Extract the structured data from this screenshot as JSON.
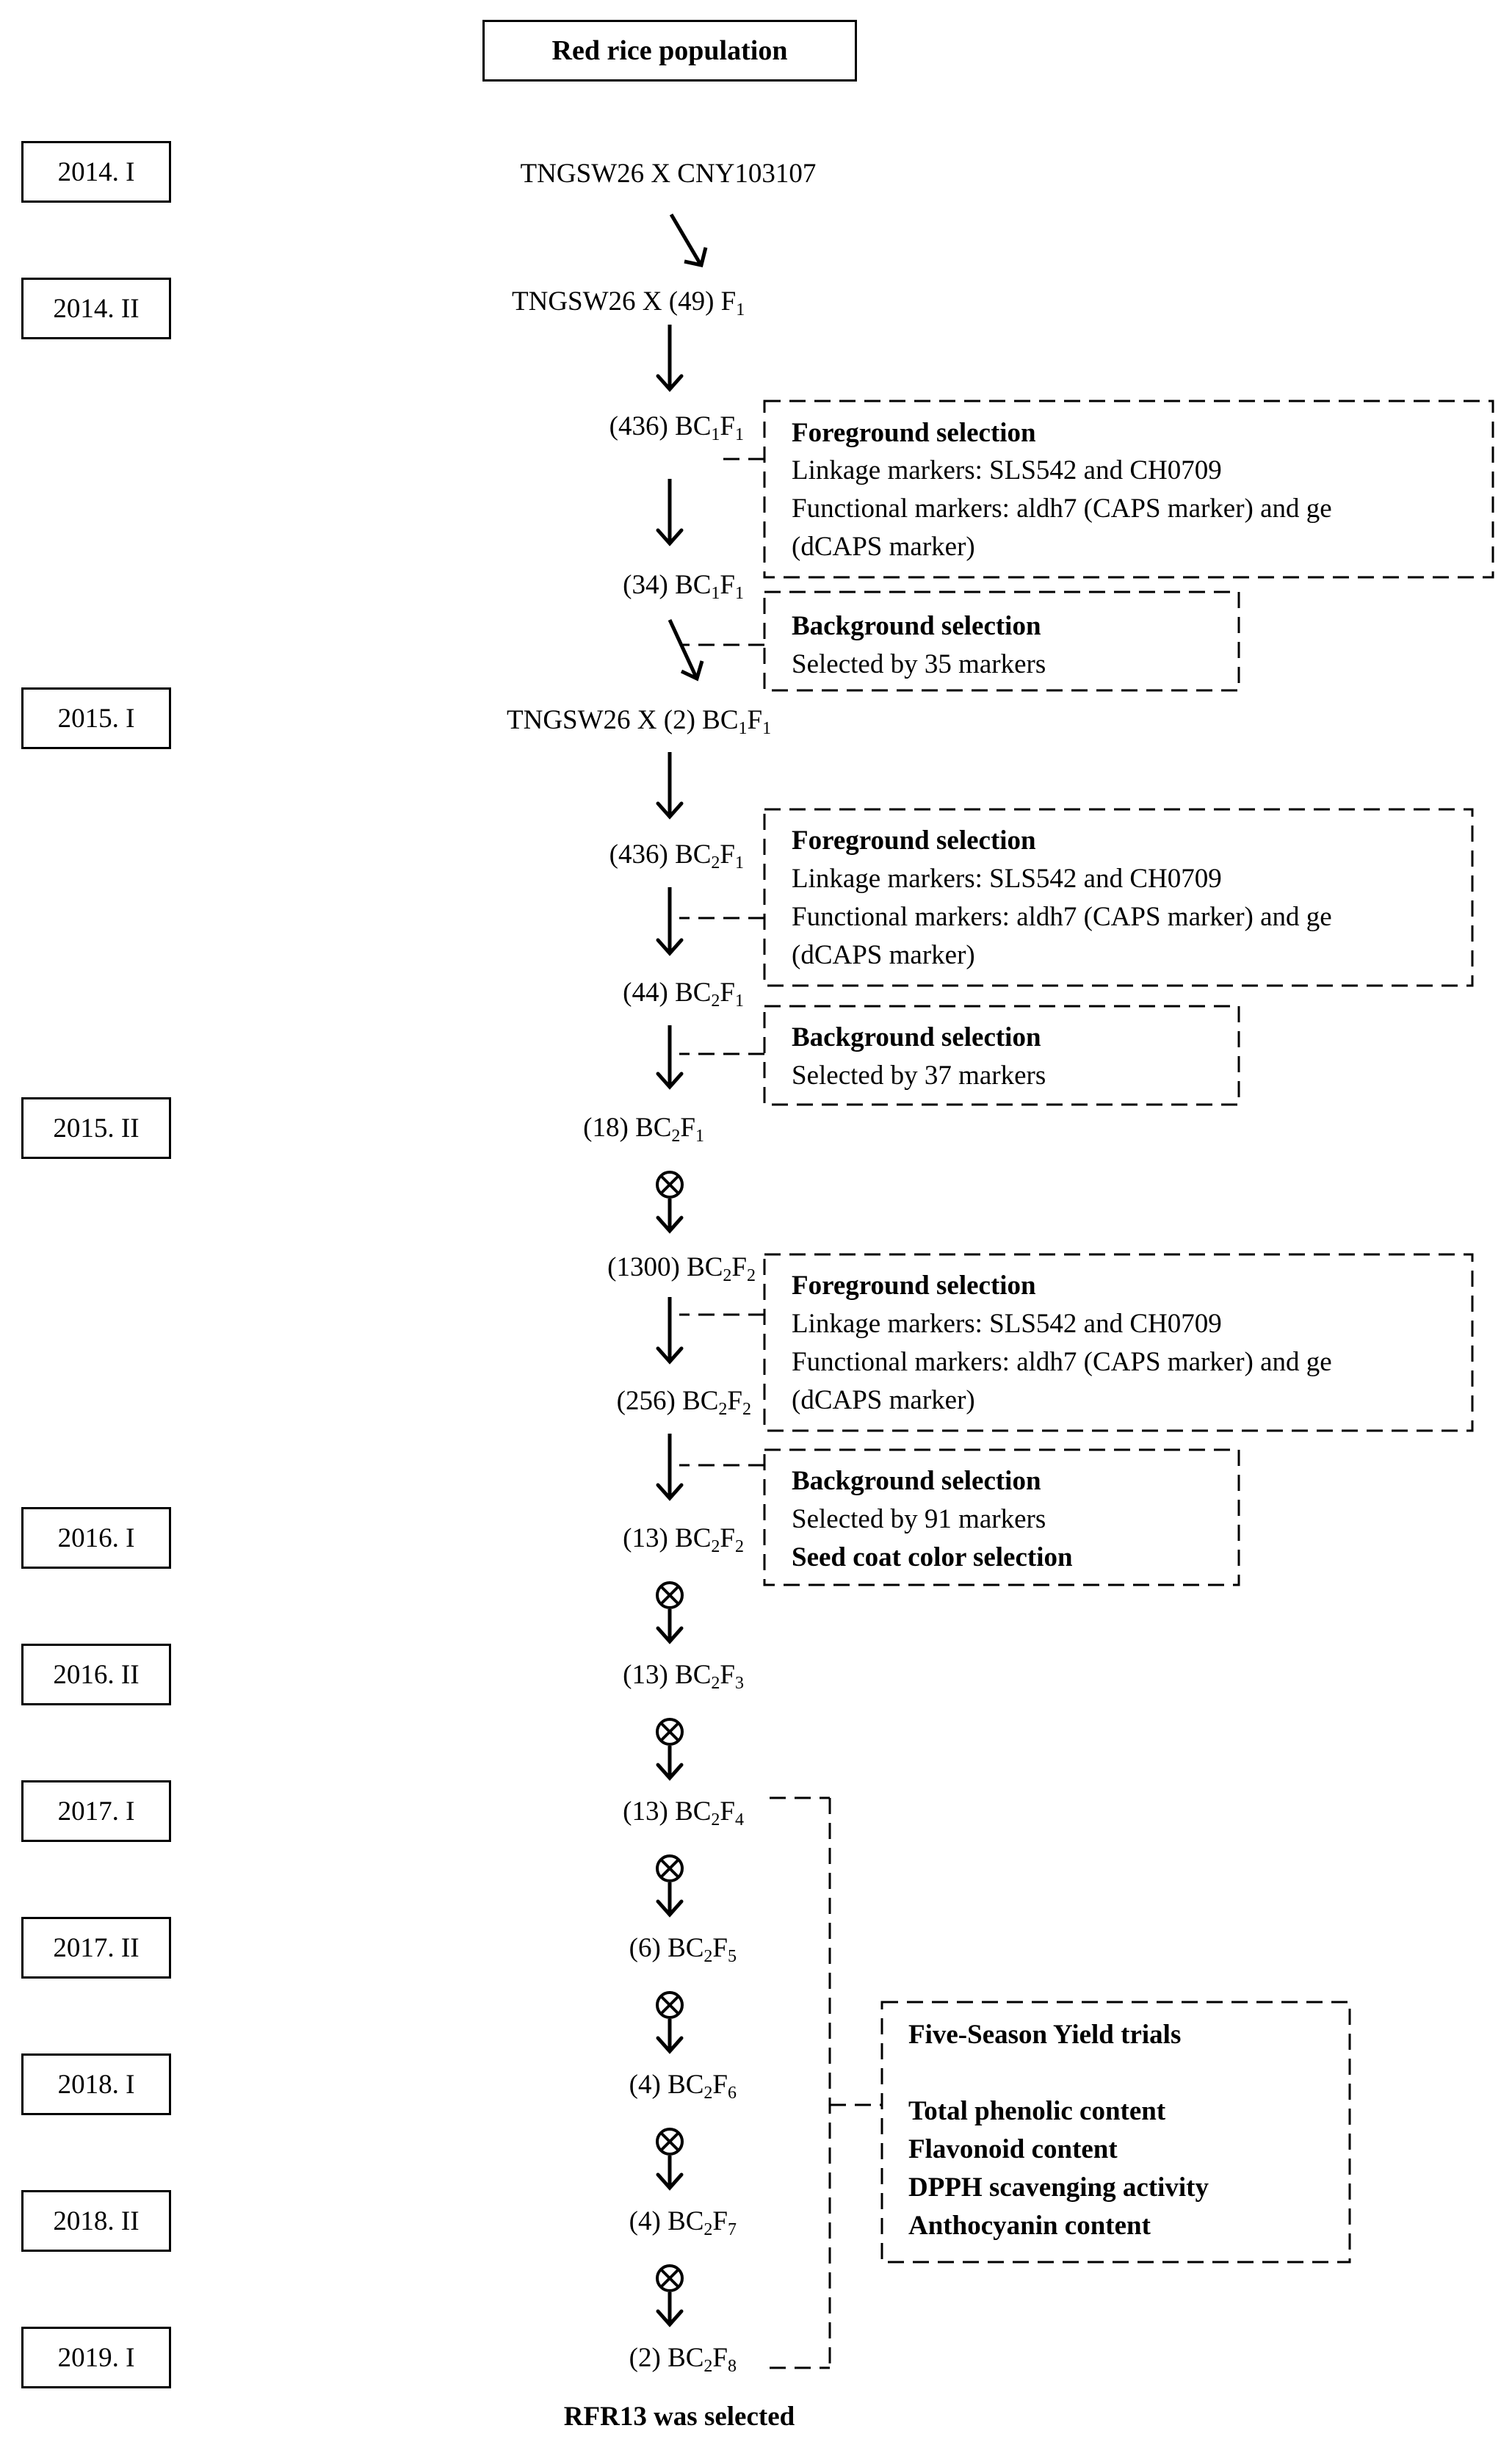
{
  "title": "Red rice population",
  "years": [
    "2014. I",
    "2014. II",
    "2015. I",
    "2015. II",
    "2016. I",
    "2016. II",
    "2017. I",
    "2017. II",
    "2018. I",
    "2018. II",
    "2019. I"
  ],
  "cross1": "TNGSW26  X  CNY103107",
  "cross2": {
    "pre": "TNGSW26 X (49) F",
    "sub": "1"
  },
  "cross3": {
    "pre": "TNGSW26 X (2) BC",
    "s1": "1",
    "mid": "F",
    "s2": "1"
  },
  "gens": [
    {
      "n": "(436) BC",
      "a": "1",
      "f": "F",
      "b": "1"
    },
    {
      "n": "(34) BC",
      "a": "1",
      "f": "F",
      "b": "1"
    },
    {
      "n": "(436) BC",
      "a": "2",
      "f": "F",
      "b": "1"
    },
    {
      "n": "(44) BC",
      "a": "2",
      "f": "F",
      "b": "1"
    },
    {
      "n": "(18) BC",
      "a": "2",
      "f": "F",
      "b": "1"
    },
    {
      "n": "(1300) BC",
      "a": "2",
      "f": "F",
      "b": "2"
    },
    {
      "n": "(256) BC",
      "a": "2",
      "f": "F",
      "b": "2"
    },
    {
      "n": "(13) BC",
      "a": "2",
      "f": "F",
      "b": "2"
    },
    {
      "n": "(13) BC",
      "a": "2",
      "f": "F",
      "b": "3"
    },
    {
      "n": "(13) BC",
      "a": "2",
      "f": "F",
      "b": "4"
    },
    {
      "n": "(6) BC",
      "a": "2",
      "f": "F",
      "b": "5"
    },
    {
      "n": "(4) BC",
      "a": "2",
      "f": "F",
      "b": "6"
    },
    {
      "n": "(4) BC",
      "a": "2",
      "f": "F",
      "b": "7"
    },
    {
      "n": "(2) BC",
      "a": "2",
      "f": "F",
      "b": "8"
    }
  ],
  "foreground": {
    "heading": "Foreground selection",
    "line1": "Linkage markers: SLS542 and CH0709",
    "line2": "Functional markers: aldh7 (CAPS marker) and ge",
    "line3": "(dCAPS marker)"
  },
  "background1": {
    "heading": "Background selection",
    "line": "Selected by 35 markers"
  },
  "background2": {
    "heading": "Background selection",
    "line": "Selected by 37 markers"
  },
  "background3": {
    "heading": "Background selection",
    "line": "Selected by 91 markers",
    "extra": "Seed coat color selection"
  },
  "trials": {
    "heading": "Five-Season Yield trials",
    "items": [
      "Total phenolic content",
      "Flavonoid content",
      "DPPH scavenging activity",
      "Anthocyanin content"
    ]
  },
  "footer": "RFR13 was selected"
}
